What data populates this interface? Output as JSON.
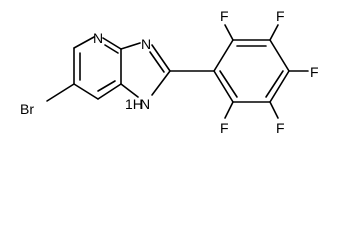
{
  "molecule": {
    "atoms": {
      "br": "Br",
      "n_pyridine": "N",
      "n_imidazole": "N",
      "nh": "1H",
      "nh_n": "N",
      "f1": "F",
      "f2": "F",
      "f3": "F",
      "f4": "F",
      "f5": "F"
    }
  }
}
